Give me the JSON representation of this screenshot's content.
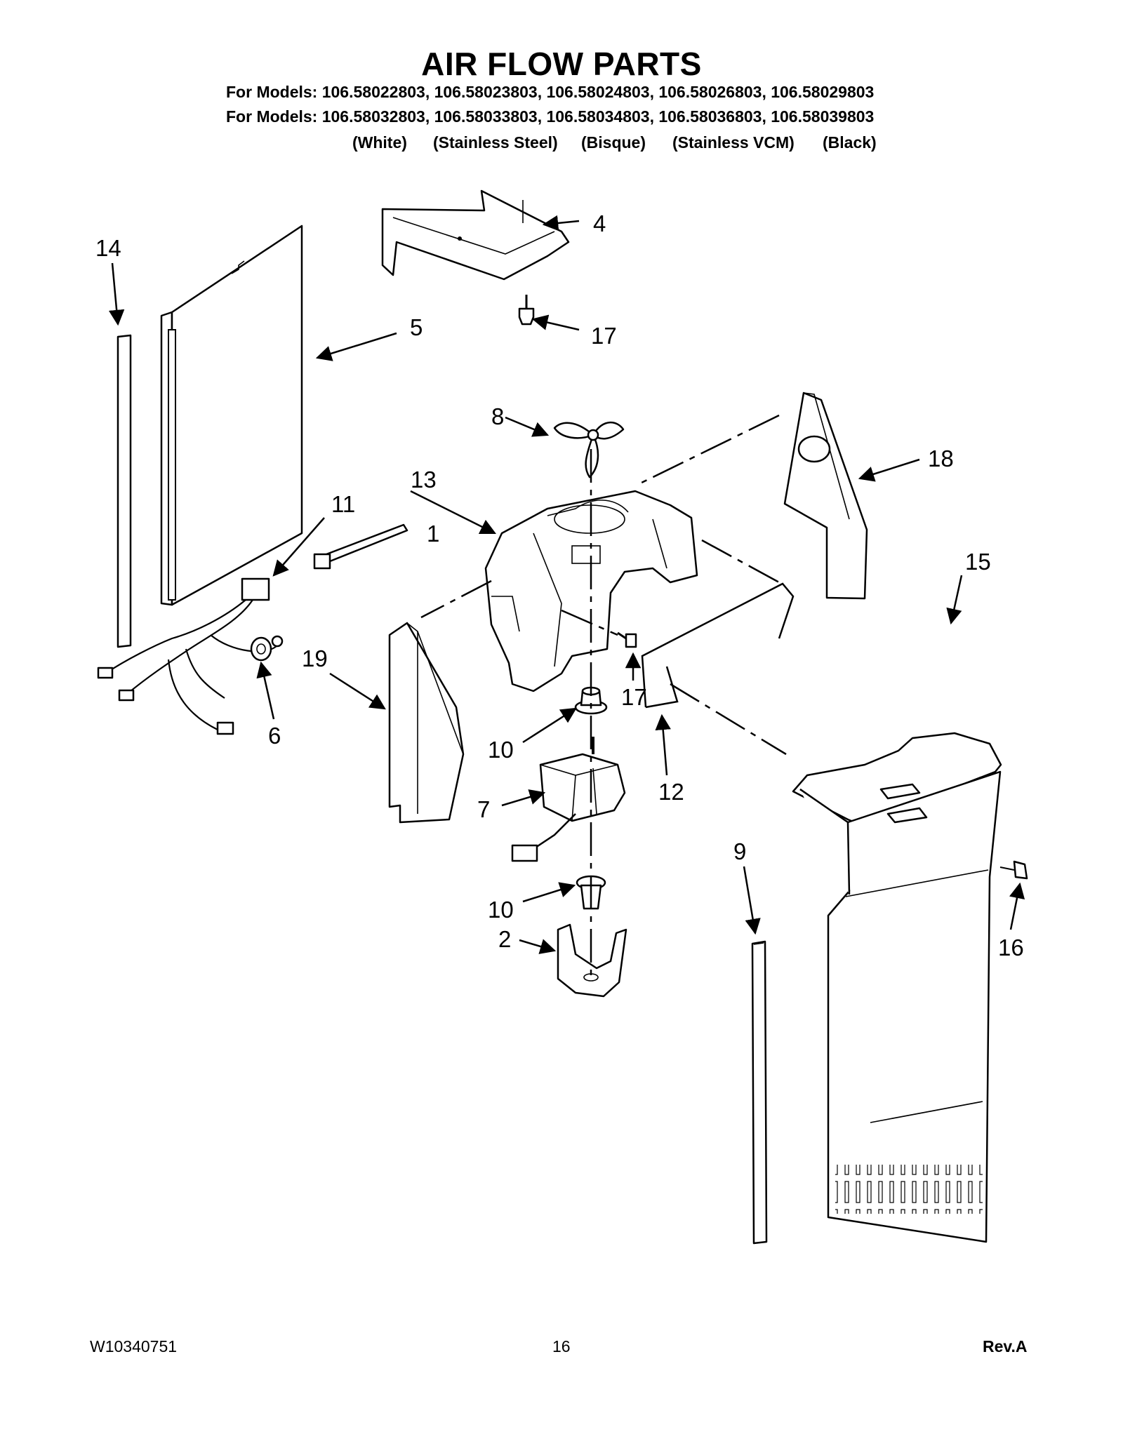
{
  "header": {
    "title": "AIR FLOW PARTS",
    "models_line_1": "For Models: 106.58022803, 106.58023803, 106.58024803, 106.58026803, 106.58029803",
    "models_line_2": "For Models: 106.58032803, 106.58033803, 106.58034803, 106.58036803, 106.58039803",
    "colors": [
      "(White)",
      "(Stainless Steel)",
      "(Bisque)",
      "(Stainless VCM)",
      "(Black)"
    ]
  },
  "callouts": {
    "c1": "1",
    "c2": "2",
    "c4": "4",
    "c5": "5",
    "c6": "6",
    "c7": "7",
    "c8": "8",
    "c9": "9",
    "c10a": "10",
    "c10b": "10",
    "c11": "11",
    "c12": "12",
    "c13": "13",
    "c14": "14",
    "c15": "15",
    "c16": "16",
    "c17a": "17",
    "c17b": "17",
    "c18": "18",
    "c19": "19"
  },
  "footer": {
    "doc_number": "W10340751",
    "page_number": "16",
    "revision": "Rev.A"
  }
}
